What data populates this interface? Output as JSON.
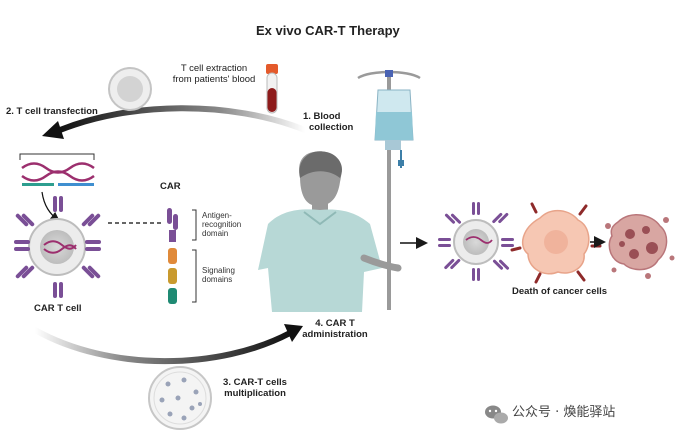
{
  "title": "Ex vivo CAR-T Therapy",
  "steps": {
    "step1_line1": "1.  Blood",
    "step1_line2": "collection",
    "step2": "2. T cell transfection",
    "step3_line1": "3. CAR-T cells",
    "step3_line2": "multiplication",
    "step4_line1": "4. CAR T",
    "step4_line2": "administration"
  },
  "extraction_line1": "T cell extraction",
  "extraction_line2": "from patients' blood",
  "car_title": "CAR",
  "domain_antigen_line1": "Antigen-",
  "domain_antigen_line2": "recognition",
  "domain_antigen_line3": "domain",
  "domain_signal_line1": "Signaling",
  "domain_signal_line2": "domains",
  "car_t_cell_label": "CAR T cell",
  "death_label": "Death of cancer cells",
  "watermark": "公众号 · 煥能驿站",
  "icons": [
    "blood-tube-icon",
    "iv-bag-icon",
    "patient-figure",
    "dna-icon",
    "petri-dish-icon",
    "cancer-cell-icon",
    "wechat-icon"
  ],
  "colors": {
    "car_purple": "#7a4f96",
    "dna_magenta": "#9c2f6e",
    "dna_teal": "#2d9e8f",
    "signal_orange": "#e08a3a",
    "signal_green": "#1f8a73",
    "cancer_peach": "#f6c7b3",
    "dead_cell": "#b9767a",
    "patient_gown": "#b7d8d6",
    "arrow": "#1a1a1a"
  }
}
